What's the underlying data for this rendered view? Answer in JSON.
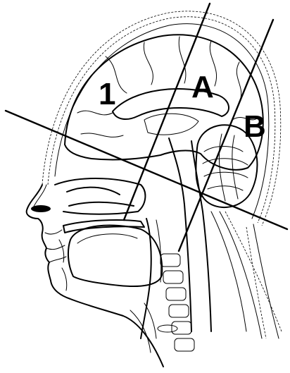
{
  "labels": {
    "one": "1",
    "a": "A",
    "b": "B"
  },
  "colors": {
    "ink": "#000000",
    "background": "#ffffff"
  }
}
